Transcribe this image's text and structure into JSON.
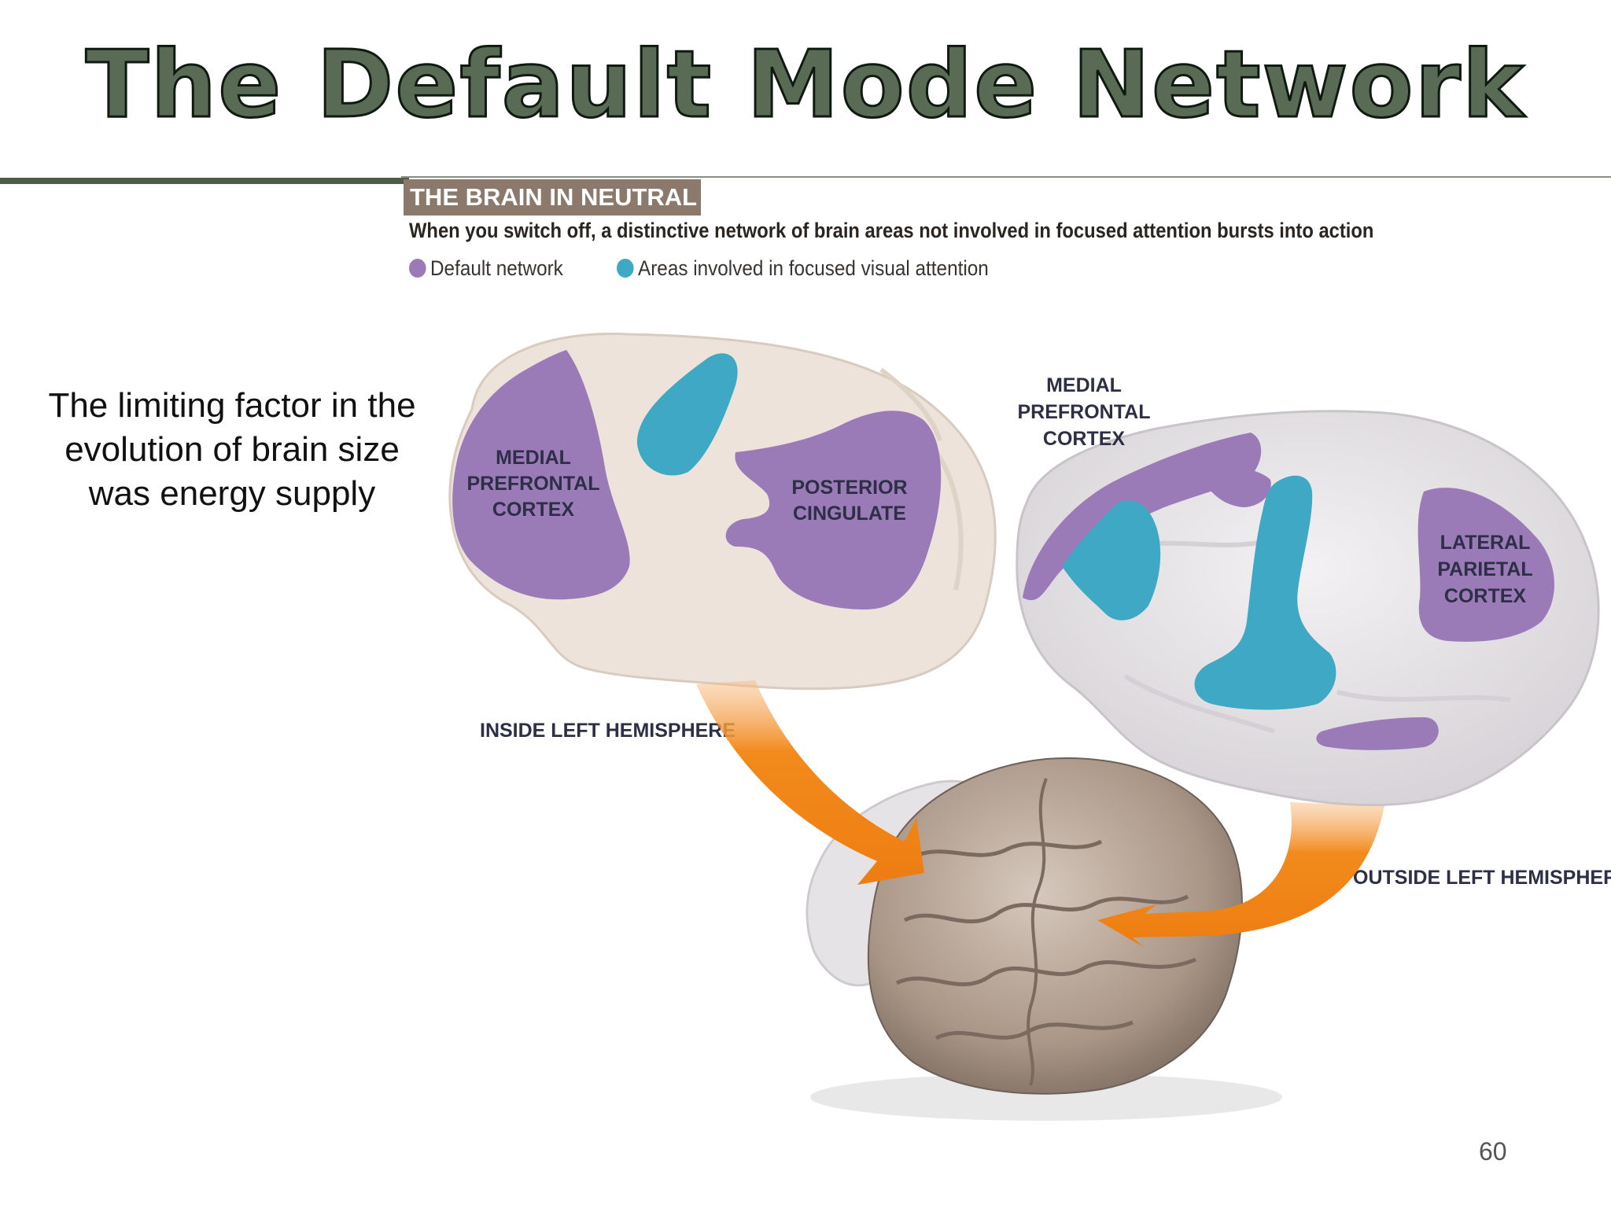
{
  "slide": {
    "title": "The Default Mode Network",
    "body_text": "The limiting factor in the evolution of brain size was energy supply",
    "page_number": "60"
  },
  "figure": {
    "tag": "THE BRAIN IN NEUTRAL",
    "subtitle": "When you switch off, a distinctive network of brain areas not involved in focused attention bursts into action",
    "legend": [
      {
        "label": "Default network",
        "color": "#9b7ab8"
      },
      {
        "label": "Areas involved in focused visual attention",
        "color": "#3fa8c4"
      }
    ],
    "inside_labels": {
      "mpfc": [
        "MEDIAL",
        "PREFRONTAL",
        "CORTEX"
      ],
      "pcc": [
        "POSTERIOR",
        "CINGULATE"
      ],
      "caption": "INSIDE LEFT HEMISPHERE"
    },
    "outside_labels": {
      "mpfc": [
        "MEDIAL",
        "PREFRONTAL",
        "CORTEX"
      ],
      "lpc": [
        "LATERAL",
        "PARIETAL",
        "CORTEX"
      ],
      "caption": "OUTSIDE LEFT HEMISPHERE"
    },
    "colors": {
      "default_network": "#9b7ab8",
      "visual_attention": "#3fa8c4",
      "arrow": "#f28a1c",
      "brain_inside": "#ede3da",
      "brain_outside": "#e6e3e6",
      "brain_whole": "#b9a99c"
    }
  }
}
